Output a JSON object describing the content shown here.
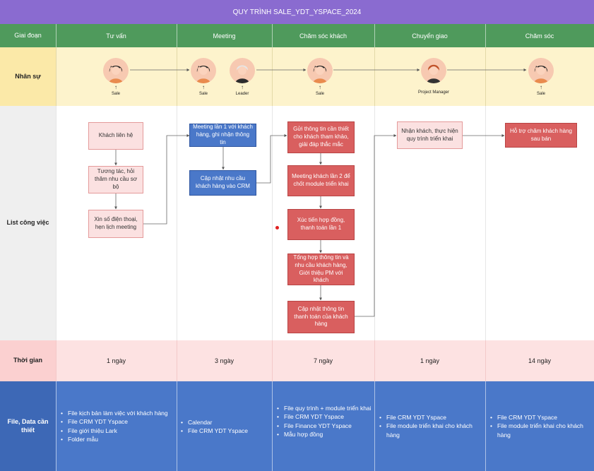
{
  "title": "QUY TRÌNH SALE_YDT_YSPACE_2024",
  "columns": {
    "label": "Giai đoạn",
    "stages": [
      "Tư vấn",
      "Meeting",
      "Chăm sóc khách",
      "Chuyển giao",
      "Chăm sóc"
    ]
  },
  "rows": {
    "staff": "Nhân sự",
    "tasks": "List công việc",
    "time": "Thời gian",
    "files": "File, Data cần thiết"
  },
  "staff": {
    "sale1": "Sale",
    "sale2": "Sale",
    "leader": "Leader",
    "sale3": "Sale",
    "pm": "Project Manager",
    "sale4": "Sale"
  },
  "tasks": {
    "t1": "Khách liên hệ",
    "t2": "Tương tác, hỏi thăm nhu cầu sơ bộ",
    "t3": "Xin số điện thoại, hẹn lịch meeting",
    "m1": "Meeting lần 1 với khách hàng, ghi nhận thông tin",
    "m2": "Cập nhật nhu cầu khách hàng vào CRM",
    "c1": "Gửi thông tin cần thiết cho khách tham khảo, giải đáp thắc mắc",
    "c2": "Meeting khách lần 2 để chốt module triển khai",
    "c3": "Xúc tiến hợp đồng, thanh toán lần 1",
    "c4": "Tổng hợp thông tin và nhu cầu khách hàng, Giới thiệu PM với khách",
    "c5": "Cập nhật thông tin thanh toán của khách hàng",
    "h1": "Nhận khách, thực hiện quy trình triển khai",
    "s1": "Hỗ trợ chăm khách hàng sau bán"
  },
  "time": [
    "1 ngày",
    "3 ngày",
    "7 ngày",
    "1 ngày",
    "14 ngày"
  ],
  "files": {
    "tu_van": [
      "File kịch bản làm việc với khách hàng",
      "File CRM YDT Yspace",
      "File giới thiệu Lark",
      "Folder mẫu"
    ],
    "meeting": [
      "Calendar",
      "File CRM YDT Yspace"
    ],
    "cham_soc_khach": [
      "File quy trình + module triển khai",
      "File CRM YDT Yspace",
      "File Finance YDT Yspace",
      "Mẫu hợp đồng"
    ],
    "chuyen_giao": [
      "File CRM YDT Yspace",
      "File module triển khai cho khách hàng"
    ],
    "cham_soc": [
      "File CRM YDT Yspace",
      "File module triển khai cho khách hàng"
    ]
  },
  "colors": {
    "title": "#8a6bd0",
    "header": "#4f9a5c",
    "staff_bg": "#fdf3cc",
    "time_bg": "#fde2e2",
    "files_bg": "#4a78c9",
    "box_pink": "#fbe1e1",
    "box_blue": "#4a78c9",
    "box_red": "#d95f5f"
  },
  "icons": [
    "person-avatar-icon",
    "arrow-up-icon"
  ]
}
